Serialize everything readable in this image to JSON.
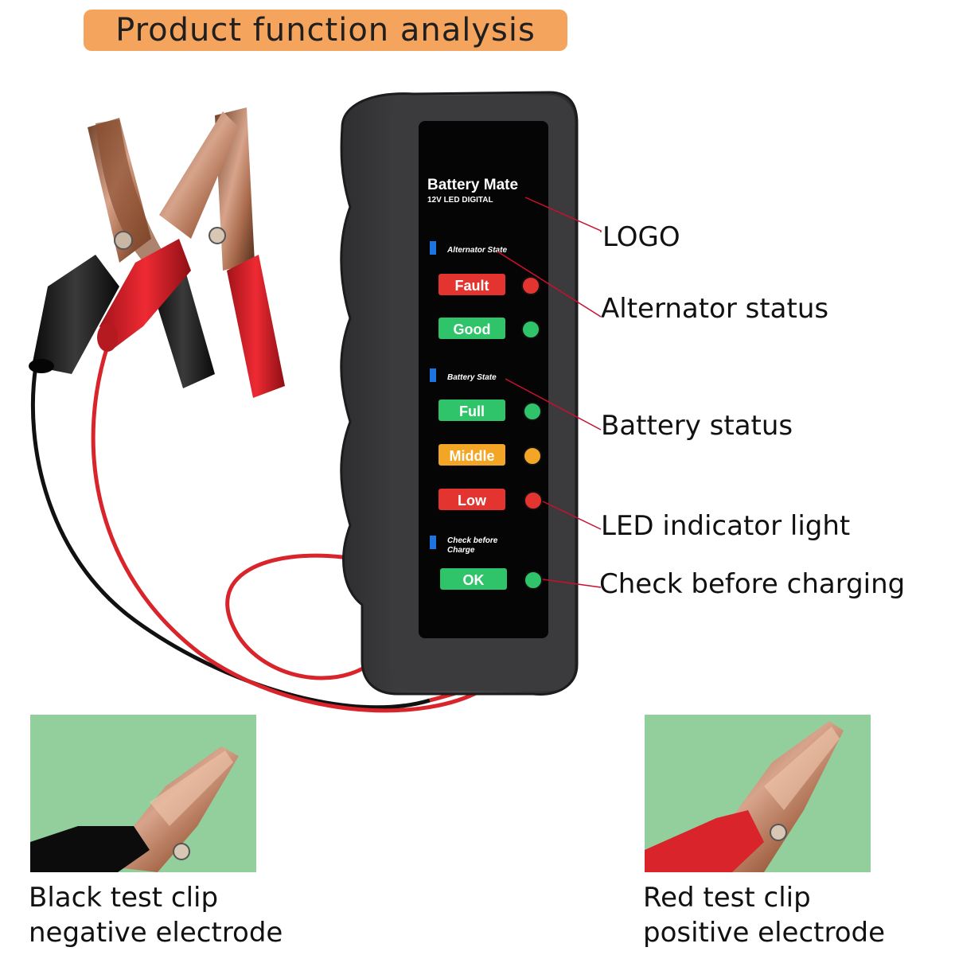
{
  "title": "Product function analysis",
  "device": {
    "brand": "Battery Mate",
    "model": "12V LED DIGITAL",
    "sections": {
      "alternator": "Alternator State",
      "battery": "Battery State",
      "check": "Check before",
      "check2": "Charge"
    },
    "indicators": {
      "fault": "Fault",
      "good": "Good",
      "full": "Full",
      "middle": "Middle",
      "low": "Low",
      "ok": "OK"
    }
  },
  "callouts": {
    "logo": "LOGO",
    "alternator": "Alternator status",
    "battery": "Battery status",
    "led": "LED indicator light",
    "check": "Check before charging"
  },
  "captions": {
    "black_line1": "Black test clip",
    "black_line2": "negative electrode",
    "red_line1": "Red test clip",
    "red_line2": "positive electrode"
  },
  "colors": {
    "banner": "#f4a45d",
    "red_indicator": "#e3342f",
    "green_indicator": "#2fc46a",
    "orange_indicator": "#f3a525",
    "inset_bg": "#92cf9c"
  }
}
